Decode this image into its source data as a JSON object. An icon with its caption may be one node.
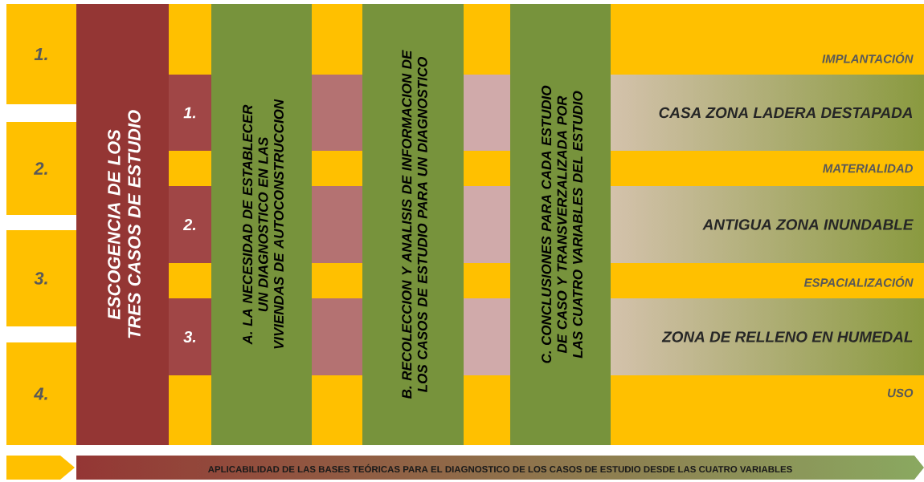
{
  "diagram": {
    "nodes": [
      {
        "text": [
          "1."
        ]
      },
      {
        "text": [
          "2."
        ]
      },
      {
        "text": [
          "3."
        ]
      },
      {
        "text": [
          "4."
        ]
      },
      {
        "text": [
          "ESCOGENCIA DE LOS TRES CASOS DE ESTUDIO"
        ]
      },
      {
        "text": [
          "IMPLANTACIÓN"
        ]
      },
      {
        "text": [
          "1."
        ]
      },
      {
        "text": [
          "CASA ZONA LADERA DESTAPADA"
        ]
      },
      {
        "text": [
          "MATERIALIDAD"
        ]
      },
      {
        "text": [
          "2."
        ]
      },
      {
        "text": [
          "ANTIGUA ZONA INUNDABLE"
        ]
      },
      {
        "text": [
          "ESPACIALIZACIÓN"
        ]
      },
      {
        "text": [
          "3."
        ]
      },
      {
        "text": [
          "ZONA DE RELLENO EN HUMEDAL"
        ]
      },
      {
        "text": [
          "USO"
        ]
      },
      {
        "text": [
          "A. LA NECESIDAD DE ESTABLECER UN DIAGNOSTICO EN LAS VIVIENDAS DE AUTOCONSTRUCCION"
        ]
      },
      {
        "text": [
          "B. RECOLECCION Y ANALISIS DE INFORMACION DE LOS CASOS DE ESTUDIO PARA UN DIAGNOSTICO"
        ]
      },
      {
        "text": [
          "C. CONCLUSIONES PARA CADA ESTUDIO DE CASO Y TRANSVERZALIZADA POR LAS CUATRO VARIABLES DEL ESTUDIO"
        ]
      },
      {
        "text": [],
        "shape": "chevron"
      },
      {
        "text": [
          "APLICABILIDAD DE LAS BASES TEÓRICAS PARA EL DIAGNOSTICO DE LOS CASOS DE ESTUDIO DESDE LAS CUATRO VARIABLES"
        ]
      }
    ]
  }
}
